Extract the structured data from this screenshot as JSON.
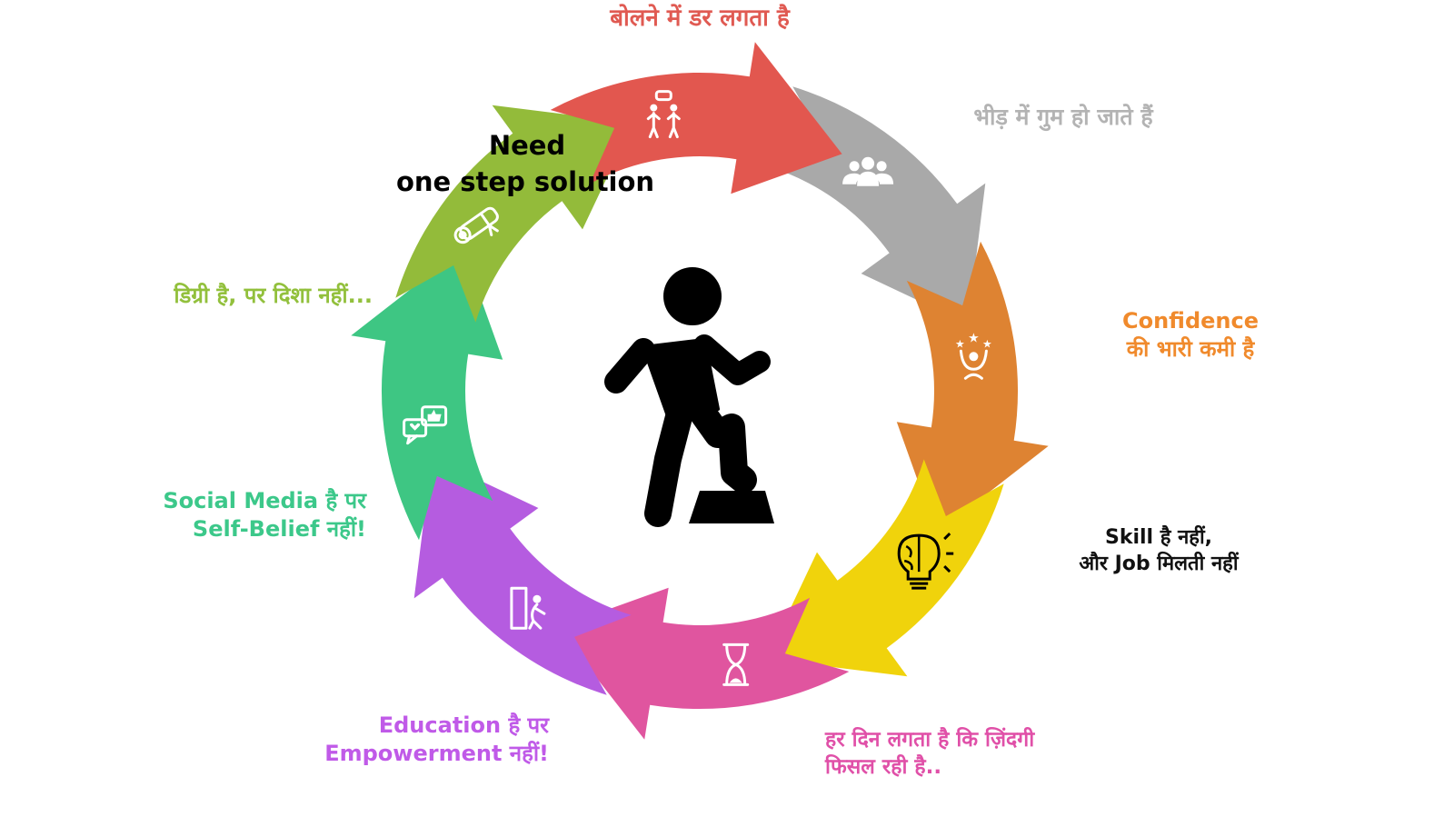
{
  "center_title": {
    "line1": "Need",
    "line2": "one step solution"
  },
  "labels": [
    {
      "id": "fear",
      "lines": [
        "बोलने में डर लगता है"
      ],
      "color": "#e05a52"
    },
    {
      "id": "crowd",
      "lines": [
        "भीड़ में गुम हो जाते हैं"
      ],
      "color": "#b3b3b3"
    },
    {
      "id": "confidence",
      "lines": [
        "Confidence",
        "की भारी कमी है"
      ],
      "color": "#f08a2c"
    },
    {
      "id": "skill",
      "lines": [
        "Skill है नहीं,",
        "और Job मिलती नहीं"
      ],
      "color": "#111111"
    },
    {
      "id": "slipping",
      "lines": [
        "हर दिन लगता है कि ज़िंदगी",
        "फिसल रही है.."
      ],
      "color": "#e050a8"
    },
    {
      "id": "education",
      "lines": [
        "Education है पर",
        "Empowerment नहीं!"
      ],
      "color": "#c05ae8"
    },
    {
      "id": "social",
      "lines": [
        "Social Media है पर",
        "Self-Belief नहीं!"
      ],
      "color": "#3cc88a"
    },
    {
      "id": "degree",
      "lines": [
        "डिग्री है, पर दिशा नहीं..."
      ],
      "color": "#92c03c"
    }
  ],
  "segments": [
    {
      "name": "fear",
      "color": "#e2574f",
      "icon": "people-talking-icon"
    },
    {
      "name": "crowd",
      "color": "#a9a9a9",
      "icon": "group-icon"
    },
    {
      "name": "confidence",
      "color": "#de8332",
      "icon": "star-person-icon"
    },
    {
      "name": "skill",
      "color": "#f0d30c",
      "icon": "brain-bulb-icon"
    },
    {
      "name": "slipping",
      "color": "#e0559f",
      "icon": "hourglass-icon"
    },
    {
      "name": "education",
      "color": "#b55ce0",
      "icon": "person-door-icon"
    },
    {
      "name": "social",
      "color": "#3ec683",
      "icon": "chat-like-icon"
    },
    {
      "name": "degree",
      "color": "#93bb3a",
      "icon": "diploma-icon"
    }
  ],
  "center_icon": "person-stepping-up-icon"
}
